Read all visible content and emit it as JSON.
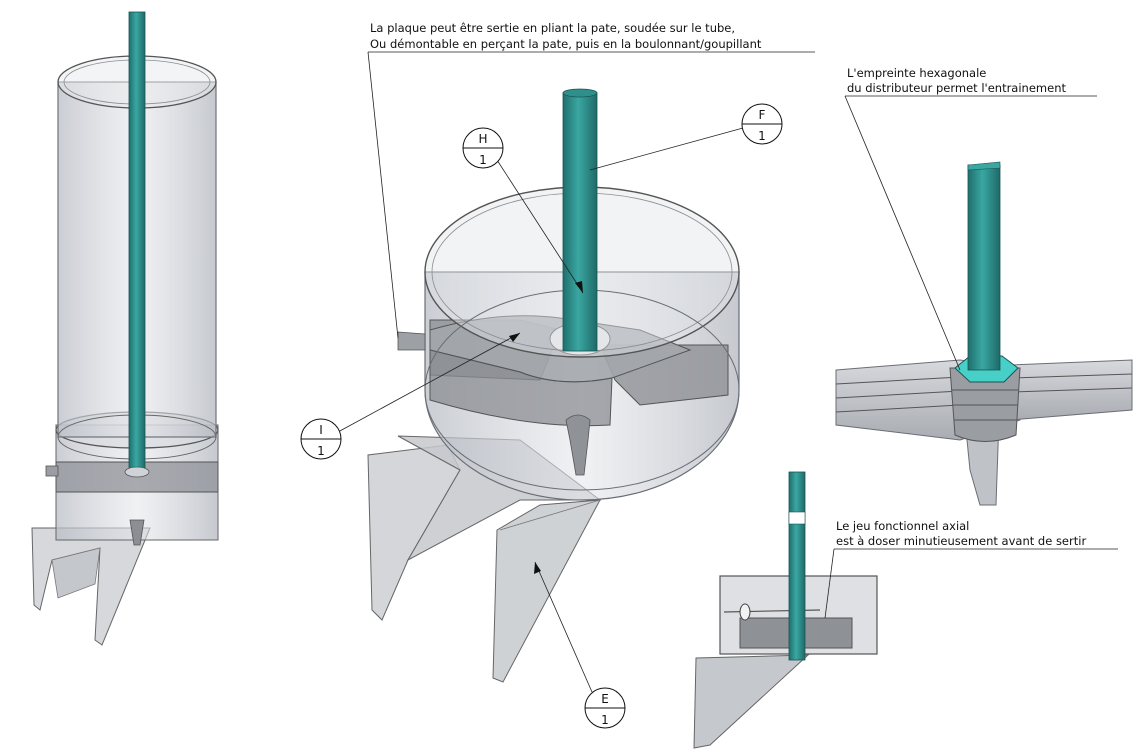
{
  "notes": {
    "plate": {
      "line1": "La plaque peut être sertie en pliant la pate, soudée sur le tube,",
      "line2": "Ou démontable en perçant la pate, puis en la boulonnant/goupillant"
    },
    "hex": {
      "line1": "L'empreinte hexagonale",
      "line2": "du distributeur permet l'entrainement"
    },
    "axial": {
      "line1": "Le jeu fonctionnel axial",
      "line2": "est à doser minutieusement avant de sertir"
    }
  },
  "callouts": {
    "H": {
      "letter": "H",
      "scale": "1"
    },
    "F": {
      "letter": "F",
      "scale": "1"
    },
    "I": {
      "letter": "I",
      "scale": "1"
    },
    "E": {
      "letter": "E",
      "scale": "1"
    }
  },
  "colors": {
    "shaft": "#2e8f8c",
    "shaft_light": "#3fb3ae",
    "glass": "#c9cdd4",
    "glass_edge": "#6f737a",
    "plate": "#9b9da2",
    "hex_fill": "#47d0c8"
  }
}
